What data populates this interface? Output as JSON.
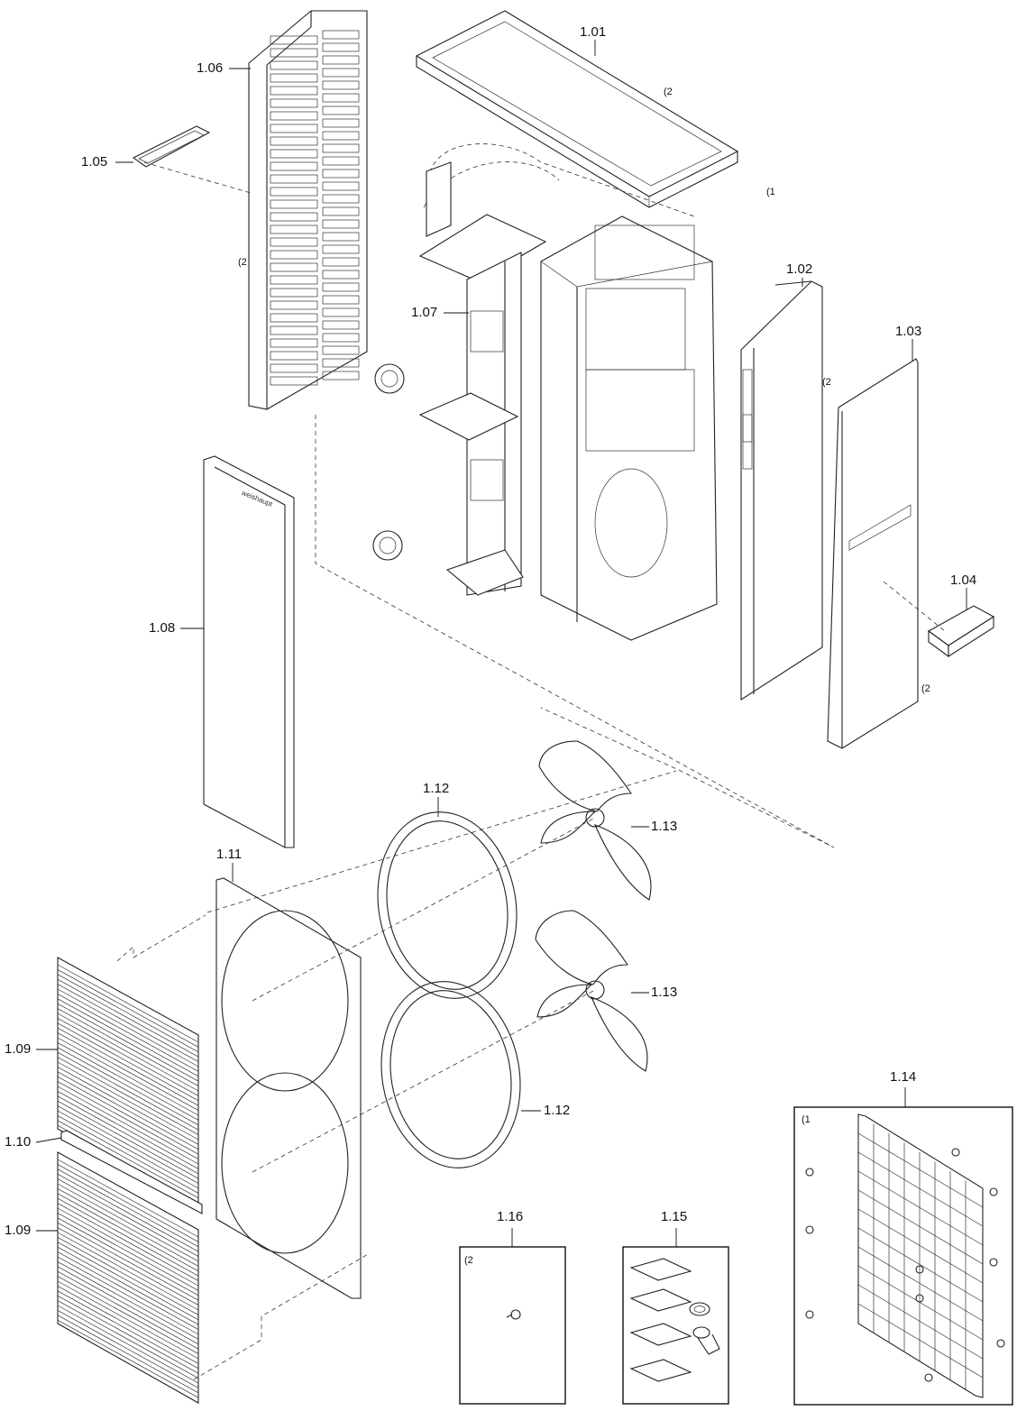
{
  "brand": "weishaupt",
  "parts": {
    "p101": "1.01",
    "p102": "1.02",
    "p103": "1.03",
    "p104": "1.04",
    "p105": "1.05",
    "p106": "1.06",
    "p107": "1.07",
    "p108": "1.08",
    "p109a": "1.09",
    "p109b": "1.09",
    "p110": "1.10",
    "p111": "1.11",
    "p112a": "1.12",
    "p112b": "1.12",
    "p113a": "1.13",
    "p113b": "1.13",
    "p114": "1.14",
    "p115": "1.15",
    "p116": "1.16"
  },
  "notes": {
    "n_top": "(2",
    "n_1": "(1",
    "n_left": "(2",
    "n_102": "(2",
    "n_103": "(2",
    "n_box114": "(1",
    "n_box116": "(2"
  }
}
